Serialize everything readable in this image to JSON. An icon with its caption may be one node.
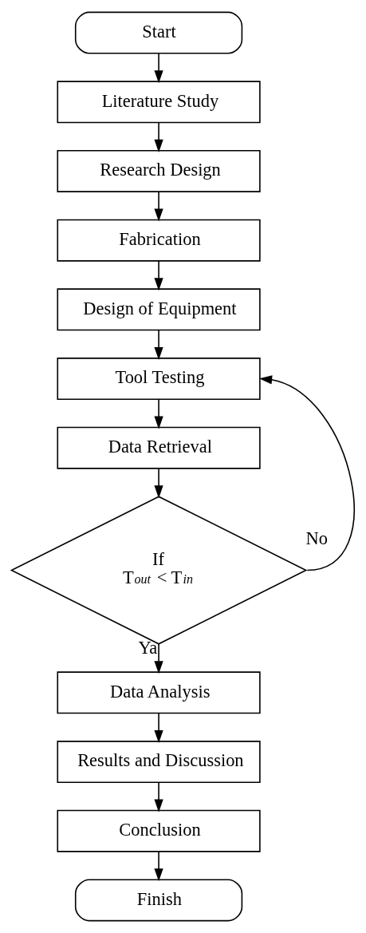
{
  "diagram": {
    "nodes": [
      {
        "text": [
          "Start"
        ]
      },
      {
        "text": [
          "Literature Study"
        ]
      },
      {
        "text": [
          "Research Design"
        ]
      },
      {
        "text": [
          "Fabrication"
        ]
      },
      {
        "text": [
          "Design of Equipment"
        ]
      },
      {
        "text": [
          "Tool Testing"
        ]
      },
      {
        "text": [
          "Data Retrieval"
        ]
      },
      {
        "text": [
          "If",
          "T$_{out}$ < T$_{in}$"
        ]
      },
      {
        "text": [
          "Data Analysis"
        ]
      },
      {
        "text": [
          "Results and Discussion"
        ]
      },
      {
        "text": [
          "Conclusion"
        ]
      },
      {
        "text": [
          "Finish"
        ]
      }
    ],
    "edges": [
      {
        "from": 0,
        "to": 1,
        "arrow": "to"
      },
      {
        "from": 1,
        "to": 2,
        "arrow": "to"
      },
      {
        "from": 2,
        "to": 3,
        "arrow": "to"
      },
      {
        "from": 3,
        "to": 4,
        "arrow": "to"
      },
      {
        "from": 4,
        "to": 5,
        "arrow": "to"
      },
      {
        "from": 5,
        "to": 6,
        "arrow": "to"
      },
      {
        "from": 6,
        "to": 7,
        "arrow": "to"
      },
      {
        "from": 7,
        "to": 5,
        "arrow": "to",
        "label": "No"
      },
      {
        "from": 7,
        "to": 8,
        "arrow": "to",
        "label": "Ya"
      },
      {
        "from": 8,
        "to": 9,
        "arrow": "to"
      },
      {
        "from": 9,
        "to": 10,
        "arrow": "to"
      },
      {
        "from": 10,
        "to": 11,
        "arrow": "to"
      }
    ]
  }
}
